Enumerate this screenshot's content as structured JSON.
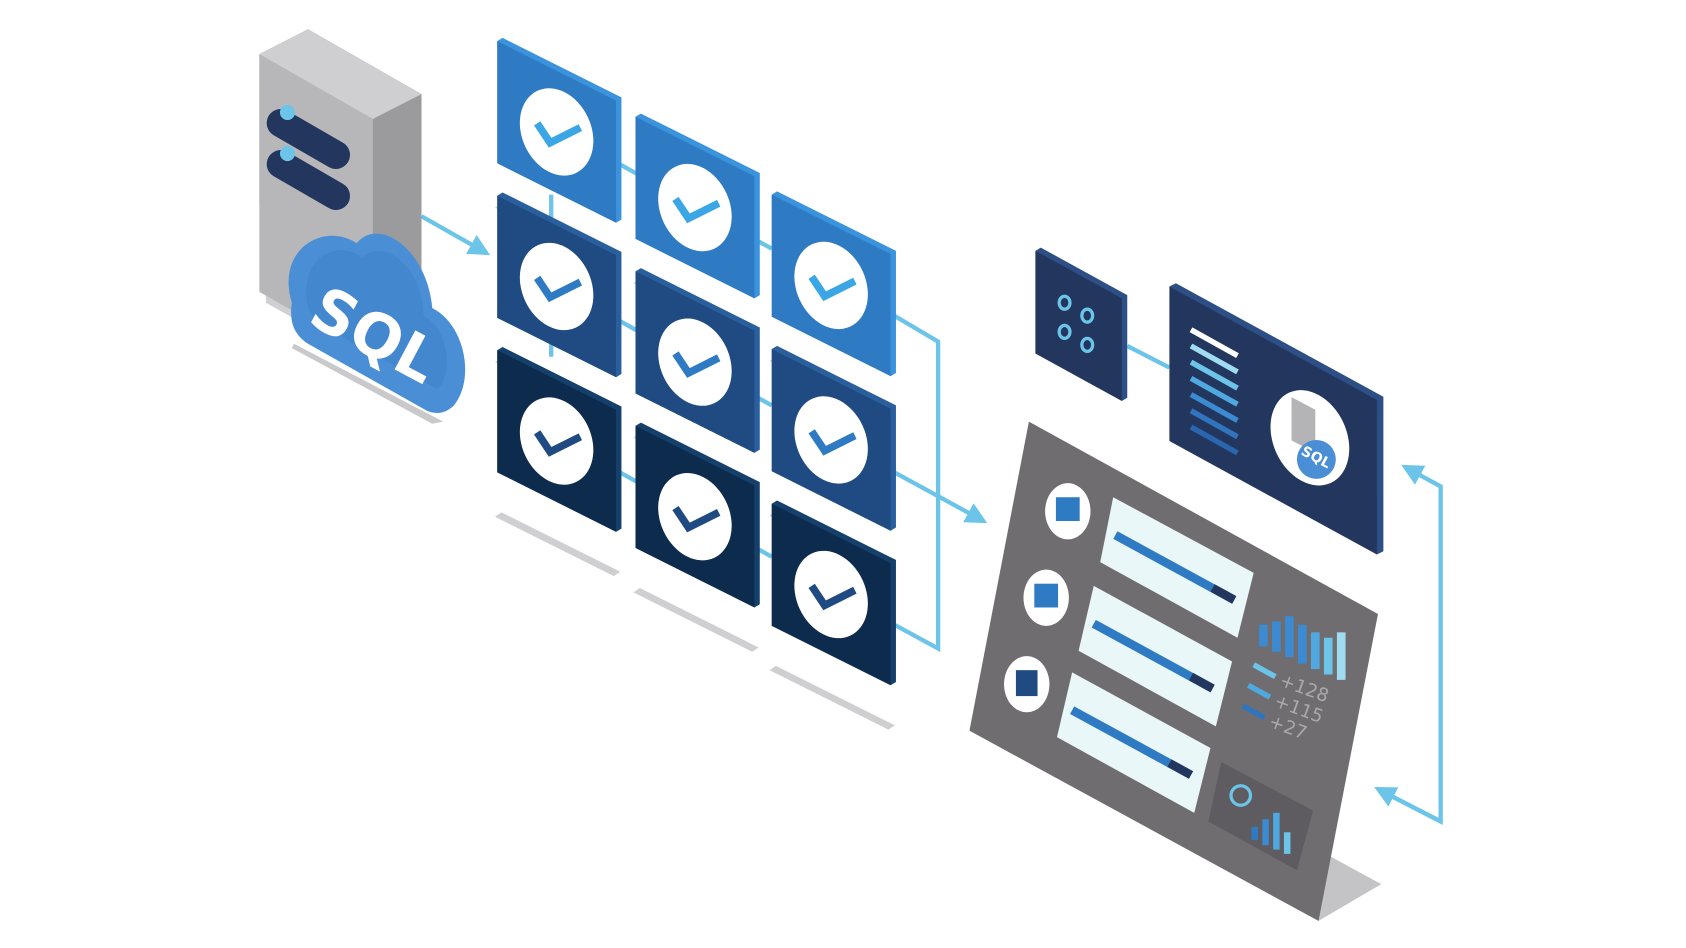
{
  "colors": {
    "arrow": "#6cc5e9",
    "tile_light": "#2e7bc4",
    "tile_medium": "#1f4b82",
    "tile_dark": "#0c2b4d",
    "panel_navy": "#22365e",
    "dashboard_gray": "#6f6d70",
    "server_gray": "#b4b4b6"
  },
  "source": {
    "server_icon": "database-server-icon",
    "cloud_icon": "cloud-icon",
    "cloud_label": "SQL"
  },
  "validation_grid": {
    "icon": "checkmark-icon",
    "tiles": [
      {
        "col": 0,
        "row": 0,
        "shade": "tile_light"
      },
      {
        "col": 0,
        "row": 1,
        "shade": "tile_medium"
      },
      {
        "col": 0,
        "row": 2,
        "shade": "tile_dark"
      },
      {
        "col": 1,
        "row": 0,
        "shade": "tile_light"
      },
      {
        "col": 1,
        "row": 1,
        "shade": "tile_medium"
      },
      {
        "col": 1,
        "row": 2,
        "shade": "tile_dark"
      },
      {
        "col": 2,
        "row": 0,
        "shade": "tile_light"
      },
      {
        "col": 2,
        "row": 1,
        "shade": "tile_medium"
      },
      {
        "col": 2,
        "row": 2,
        "shade": "tile_dark"
      }
    ]
  },
  "target_panel": {
    "mini_icon": "dots-grid-icon",
    "badge_label": "SQL"
  },
  "dashboard": {
    "stats": [
      "+128",
      "+115",
      "+27"
    ]
  }
}
